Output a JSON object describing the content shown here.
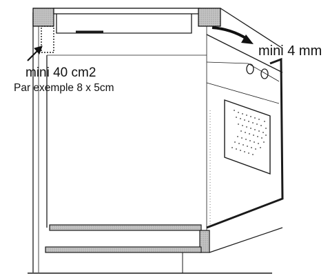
{
  "annotations": {
    "top_gap_label": "mini 4 mm",
    "vent_area_label": "mini 40 cm2",
    "vent_example_label": "Par exemple 8 x 5cm"
  },
  "colors": {
    "line": "#1a1a1a",
    "hatch_fill": "#bdbdbd",
    "stipple_dot": "#333333"
  }
}
